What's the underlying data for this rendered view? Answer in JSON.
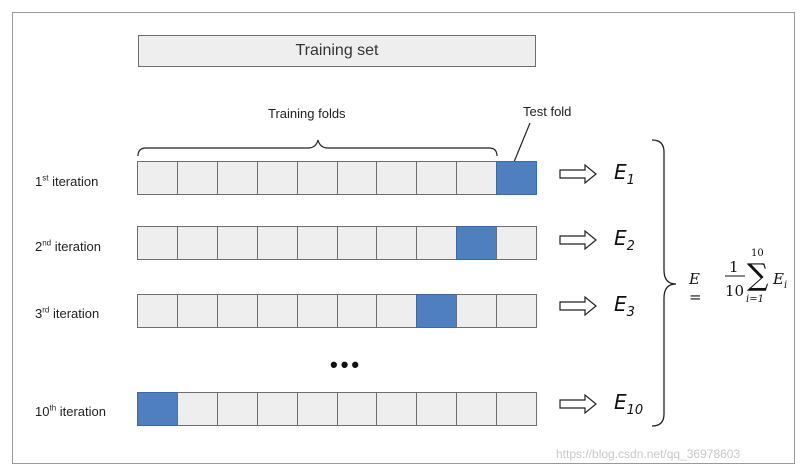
{
  "title": "Training set",
  "training_folds_label": "Training folds",
  "test_fold_label": "Test fold",
  "iterations": [
    {
      "num": "1",
      "sup": "st",
      "rest": " iteration",
      "e_sub": "1",
      "test_index": 9
    },
    {
      "num": "2",
      "sup": "nd",
      "rest": " iteration",
      "e_sub": "2",
      "test_index": 8
    },
    {
      "num": "3",
      "sup": "rd",
      "rest": " iteration",
      "e_sub": "3",
      "test_index": 7
    },
    {
      "num": "10",
      "sup": "th",
      "rest": " iteration",
      "e_sub": "10",
      "test_index": 0
    }
  ],
  "e_letter": "E",
  "ellipsis": "•••",
  "folds_per_row": 10,
  "formula": {
    "lhs": "E =",
    "frac_num": "1",
    "frac_den": "10",
    "sum_top": "10",
    "sum_bottom": "i=1",
    "term": "E",
    "term_sub": "i"
  },
  "watermark": "https://blog.csdn.net/qq_36978603",
  "colors": {
    "test_fold": "#4f7fbe",
    "train_fold": "#eeeeee"
  }
}
